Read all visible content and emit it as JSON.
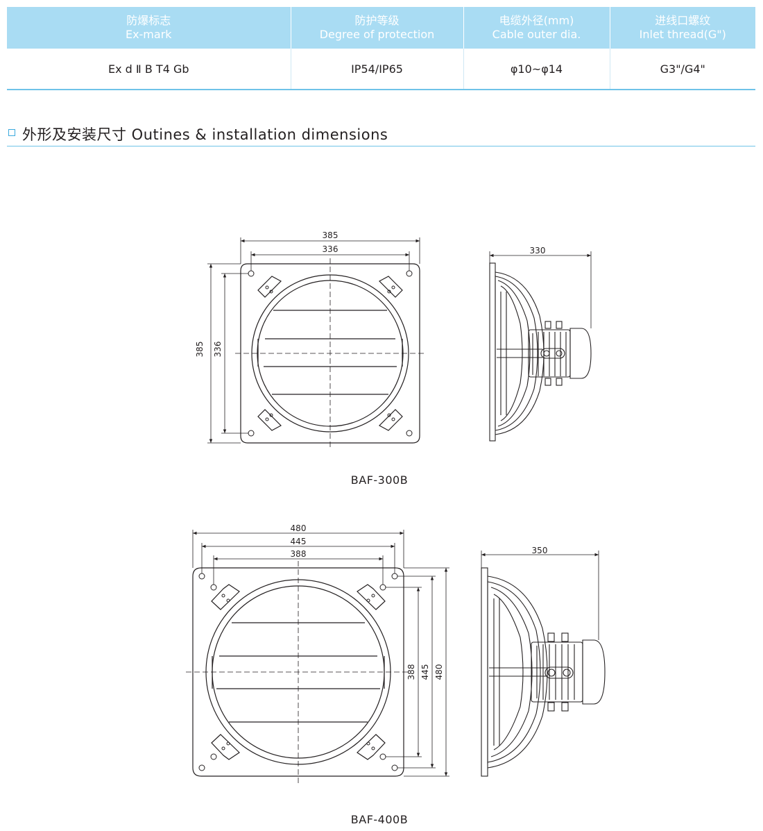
{
  "spec_table": {
    "headers": [
      {
        "cn": "防爆标志",
        "en": "Ex-mark"
      },
      {
        "cn": "防护等级",
        "en": "Degree of protection"
      },
      {
        "cn": "电缆外径(mm)",
        "en": "Cable outer dia."
      },
      {
        "cn": "进线口螺纹",
        "en": "Inlet thread(G\")"
      }
    ],
    "row": [
      "Ex d  Ⅱ B T4 Gb",
      "IP54/IP65",
      "φ10~φ14",
      "G3\"/G4\""
    ]
  },
  "section": {
    "title": "外形及安装尺寸 Outines & installation dimensions"
  },
  "models": [
    {
      "name": "BAF-300B",
      "front_dims": {
        "overall_width": "385",
        "hole_width": "336",
        "overall_height": "385",
        "hole_height": "336"
      },
      "side_dims": {
        "depth": "330"
      }
    },
    {
      "name": "BAF-400B",
      "front_dims": {
        "overall_width": "480",
        "mid_width": "445",
        "hole_width": "388",
        "hole_height": "388",
        "mid_height": "445",
        "overall_height": "480"
      },
      "side_dims": {
        "depth": "350"
      }
    }
  ],
  "colors": {
    "header_bg": "#a9dcf3",
    "accent_line": "#6ec3e8",
    "line": "#231f20"
  }
}
